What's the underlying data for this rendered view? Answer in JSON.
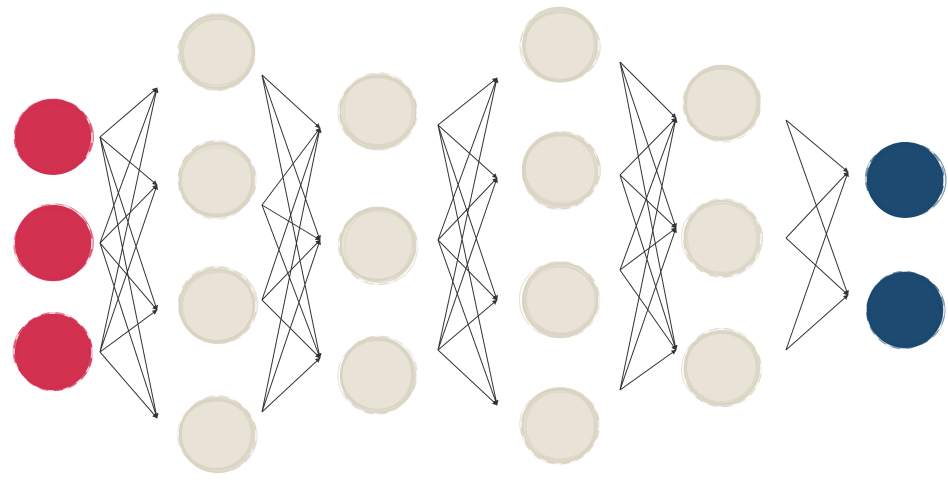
{
  "colors": {
    "input": "#d23150",
    "hidden": "#e8e3d6",
    "output": "#1d4a70",
    "edge": "#333333"
  },
  "layers": [
    {
      "role": "input",
      "units": 3
    },
    {
      "role": "hidden",
      "units": 4
    },
    {
      "role": "hidden",
      "units": 3
    },
    {
      "role": "hidden",
      "units": 4
    },
    {
      "role": "hidden",
      "units": 3
    },
    {
      "role": "output",
      "units": 2
    }
  ]
}
